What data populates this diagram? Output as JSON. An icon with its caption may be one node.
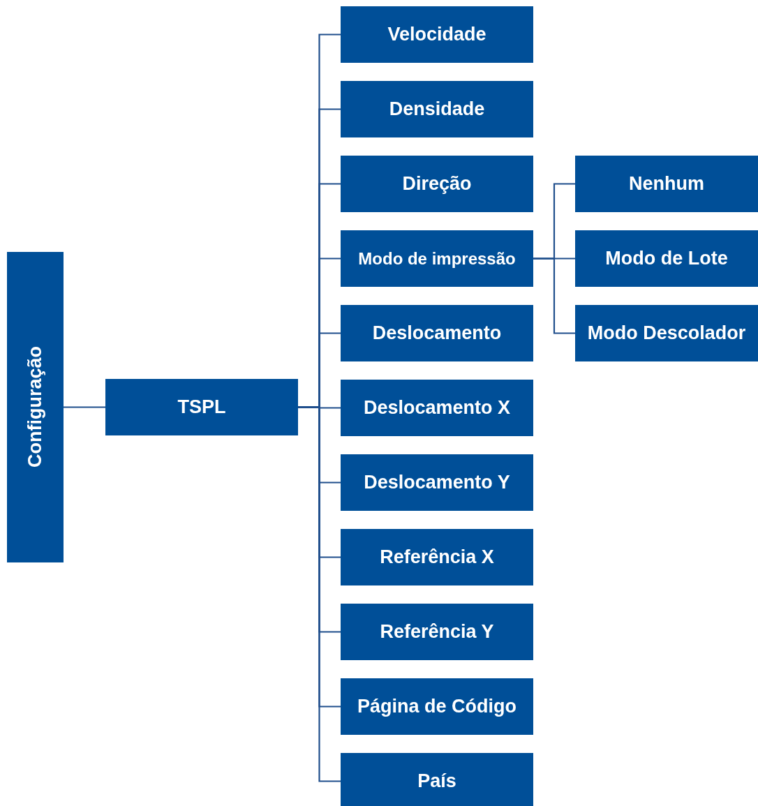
{
  "diagram": {
    "nodes": [
      {
        "text": [
          "Configuração"
        ]
      },
      {
        "text": [
          "TSPL"
        ]
      },
      {
        "text": [
          "Velocidade"
        ]
      },
      {
        "text": [
          "Densidade"
        ]
      },
      {
        "text": [
          "Direção"
        ]
      },
      {
        "text": [
          "Modo de impressão"
        ]
      },
      {
        "text": [
          "Deslocamento"
        ]
      },
      {
        "text": [
          "Deslocamento X"
        ]
      },
      {
        "text": [
          "Deslocamento Y"
        ]
      },
      {
        "text": [
          "Referência X"
        ]
      },
      {
        "text": [
          "Referência Y"
        ]
      },
      {
        "text": [
          "Página de Código"
        ]
      },
      {
        "text": [
          "País"
        ]
      },
      {
        "text": [
          "Nenhum"
        ]
      },
      {
        "text": [
          "Modo de Lote"
        ]
      },
      {
        "text": [
          "Modo Descolador"
        ]
      }
    ],
    "edges": [
      {
        "from": 0,
        "to": 1,
        "arrow": "none"
      },
      {
        "from": 1,
        "to": 2,
        "arrow": "none"
      },
      {
        "from": 1,
        "to": 3,
        "arrow": "none"
      },
      {
        "from": 1,
        "to": 4,
        "arrow": "none"
      },
      {
        "from": 1,
        "to": 5,
        "arrow": "none"
      },
      {
        "from": 1,
        "to": 6,
        "arrow": "none"
      },
      {
        "from": 1,
        "to": 7,
        "arrow": "none"
      },
      {
        "from": 1,
        "to": 8,
        "arrow": "none"
      },
      {
        "from": 1,
        "to": 9,
        "arrow": "none"
      },
      {
        "from": 1,
        "to": 10,
        "arrow": "none"
      },
      {
        "from": 1,
        "to": 11,
        "arrow": "none"
      },
      {
        "from": 1,
        "to": 12,
        "arrow": "none"
      },
      {
        "from": 5,
        "to": 13,
        "arrow": "none"
      },
      {
        "from": 5,
        "to": 14,
        "arrow": "none"
      },
      {
        "from": 5,
        "to": 15,
        "arrow": "none"
      }
    ]
  }
}
